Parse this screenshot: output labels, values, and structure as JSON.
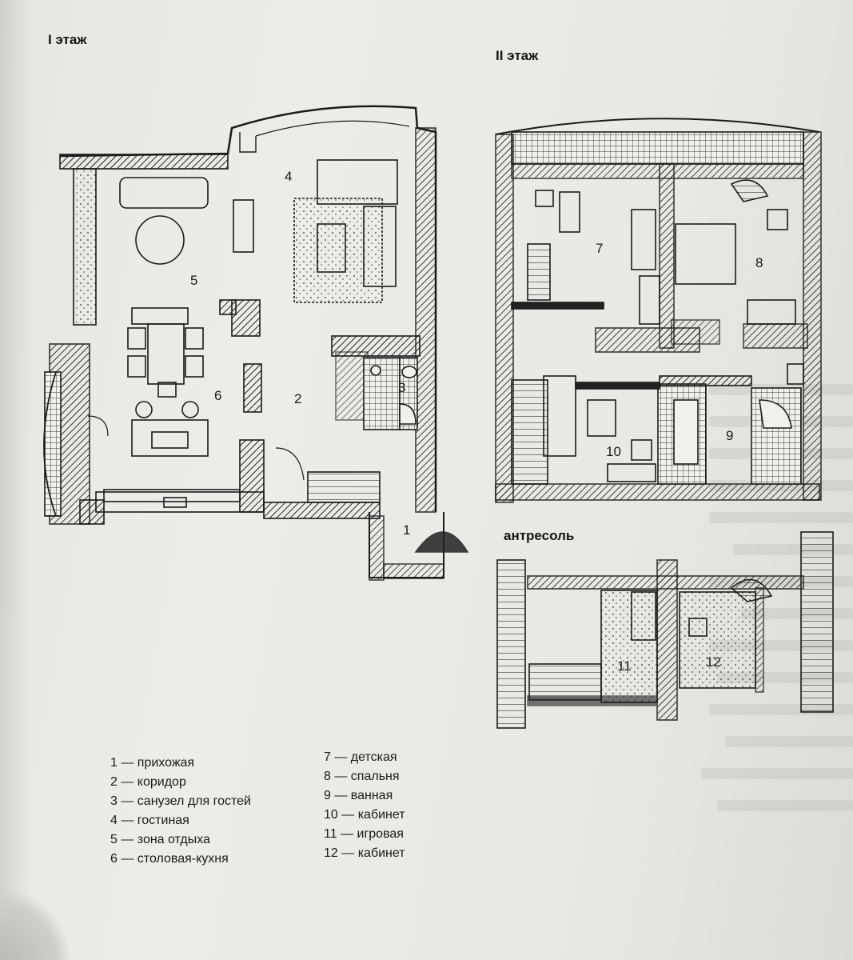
{
  "floor1": {
    "title": "I этаж"
  },
  "floor2": {
    "title": "II этаж"
  },
  "mezzanine": {
    "title": "антресоль"
  },
  "rooms": {
    "r1": "1",
    "r2": "2",
    "r3": "3",
    "r4": "4",
    "r5": "5",
    "r6": "6",
    "r7": "7",
    "r8": "8",
    "r9": "9",
    "r10": "10",
    "r11": "11",
    "r12": "12"
  },
  "legend": {
    "left": [
      "1 — прихожая",
      "2 — коридор",
      "3 — санузел для гостей",
      "4 — гостиная",
      "5 — зона отдыха",
      "6 — столовая-кухня"
    ],
    "right": [
      "7 — детская",
      "8 — спальня",
      "9 — ванная",
      "10 — кабинет",
      "11 — игровая",
      "12 — кабинет"
    ]
  }
}
